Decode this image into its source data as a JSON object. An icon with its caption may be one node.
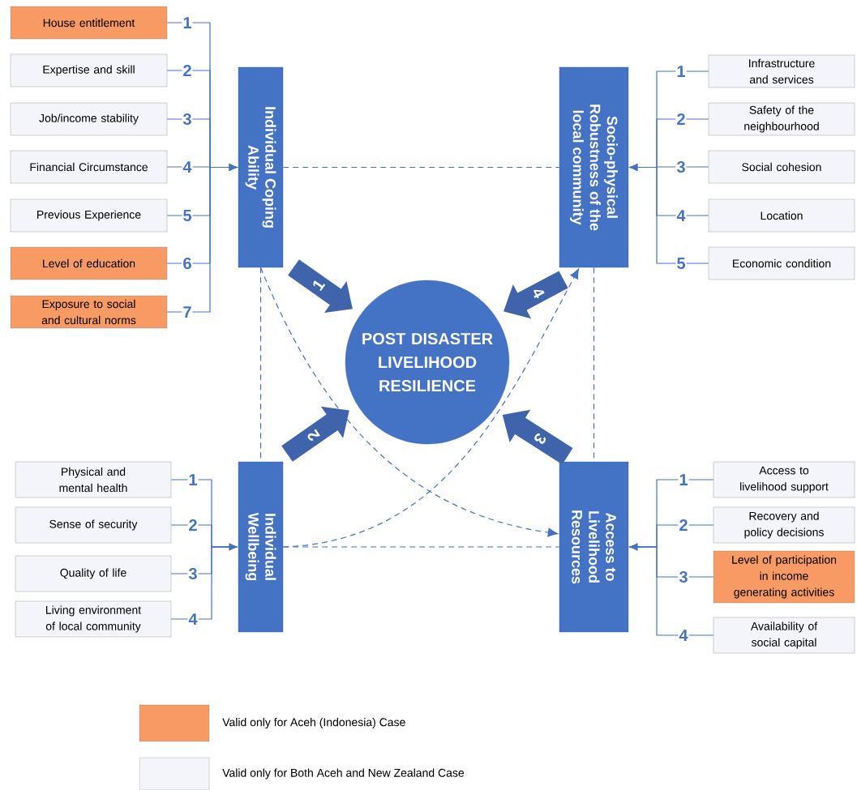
{
  "diagram": {
    "nodes": [
      {
        "text": [
          "Individual Coping Ability"
        ]
      },
      {
        "text": [
          "Socio-physical Robustness of the local community"
        ]
      },
      {
        "text": [
          "Individual Wellbeing"
        ]
      },
      {
        "text": [
          "Access to Livelihood Resources"
        ]
      },
      {
        "text": [
          "POST DISASTER LIVELIHOOD RESILIENCE"
        ]
      },
      {
        "text": [
          "House entitlement"
        ]
      },
      {
        "text": [
          "Expertise and skill"
        ]
      },
      {
        "text": [
          "Job/income stability"
        ]
      },
      {
        "text": [
          "Financial Circumstance"
        ]
      },
      {
        "text": [
          "Previous Experience"
        ]
      },
      {
        "text": [
          "Level of education"
        ]
      },
      {
        "text": [
          "Exposure to social and cultural norms"
        ]
      },
      {
        "text": [
          "Infrastructure and services"
        ]
      },
      {
        "text": [
          "Safety of the neighbourhood"
        ]
      },
      {
        "text": [
          "Social cohesion"
        ]
      },
      {
        "text": [
          "Location"
        ]
      },
      {
        "text": [
          "Economic condition"
        ]
      },
      {
        "text": [
          "Physical and mental health"
        ]
      },
      {
        "text": [
          "Sense of security"
        ]
      },
      {
        "text": [
          "Quality of life"
        ]
      },
      {
        "text": [
          "Living environment of local community"
        ]
      },
      {
        "text": [
          "Access to livelihood support"
        ]
      },
      {
        "text": [
          "Recovery and policy decisions"
        ]
      },
      {
        "text": [
          "Level of participation in income generating activities"
        ]
      },
      {
        "text": [
          "Availability of social capital"
        ]
      }
    ],
    "edges": [
      {
        "from": 0,
        "to": 1,
        "arrow": "none",
        "style": "dashed"
      },
      {
        "from": 0,
        "to": 2,
        "arrow": "none",
        "style": "dashed"
      },
      {
        "from": 1,
        "to": 3,
        "arrow": "none",
        "style": "dashed"
      },
      {
        "from": 2,
        "to": 3,
        "arrow": "none",
        "style": "dashed"
      },
      {
        "from": 0,
        "to": 3,
        "arrow": "to",
        "style": "dashed"
      },
      {
        "from": 2,
        "to": 1,
        "arrow": "to",
        "style": "dashed"
      },
      {
        "from": 0,
        "to": 4,
        "arrow": "to",
        "label": "1",
        "style": "thick",
        "color": "#3f64ab"
      },
      {
        "from": 2,
        "to": 4,
        "arrow": "to",
        "label": "2",
        "style": "thick",
        "color": "#3f64ab"
      },
      {
        "from": 3,
        "to": 4,
        "arrow": "to",
        "label": "3",
        "style": "thick",
        "color": "#3f64ab"
      },
      {
        "from": 1,
        "to": 4,
        "arrow": "to",
        "label": "4",
        "style": "thick",
        "color": "#3f64ab"
      },
      {
        "from": 5,
        "to": 0,
        "arrow": "to",
        "label": "1"
      },
      {
        "from": 6,
        "to": 0,
        "arrow": "to",
        "label": "2"
      },
      {
        "from": 7,
        "to": 0,
        "arrow": "to",
        "label": "3"
      },
      {
        "from": 8,
        "to": 0,
        "arrow": "to",
        "label": "4"
      },
      {
        "from": 9,
        "to": 0,
        "arrow": "to",
        "label": "5"
      },
      {
        "from": 10,
        "to": 0,
        "arrow": "to",
        "label": "6"
      },
      {
        "from": 11,
        "to": 0,
        "arrow": "to",
        "label": "7"
      },
      {
        "from": 12,
        "to": 1,
        "arrow": "to",
        "label": "1"
      },
      {
        "from": 13,
        "to": 1,
        "arrow": "to",
        "label": "2"
      },
      {
        "from": 14,
        "to": 1,
        "arrow": "to",
        "label": "3"
      },
      {
        "from": 15,
        "to": 1,
        "arrow": "to",
        "label": "4"
      },
      {
        "from": 16,
        "to": 1,
        "arrow": "to",
        "label": "5"
      },
      {
        "from": 17,
        "to": 2,
        "arrow": "to",
        "label": "1"
      },
      {
        "from": 18,
        "to": 2,
        "arrow": "to",
        "label": "2"
      },
      {
        "from": 19,
        "to": 2,
        "arrow": "to",
        "label": "3"
      },
      {
        "from": 20,
        "to": 2,
        "arrow": "to",
        "label": "4"
      },
      {
        "from": 21,
        "to": 3,
        "arrow": "to",
        "label": "1"
      },
      {
        "from": 22,
        "to": 3,
        "arrow": "to",
        "label": "2"
      },
      {
        "from": 23,
        "to": 3,
        "arrow": "to",
        "label": "3"
      },
      {
        "from": 24,
        "to": 3,
        "arrow": "to",
        "label": "4"
      }
    ],
    "legend": [
      {
        "text": "Valid only for Aceh (Indonesia) Case",
        "color": "#f79a63"
      },
      {
        "text": "Valid only for Both Aceh and New Zealand Case",
        "color": "#f4f5fa"
      }
    ]
  }
}
